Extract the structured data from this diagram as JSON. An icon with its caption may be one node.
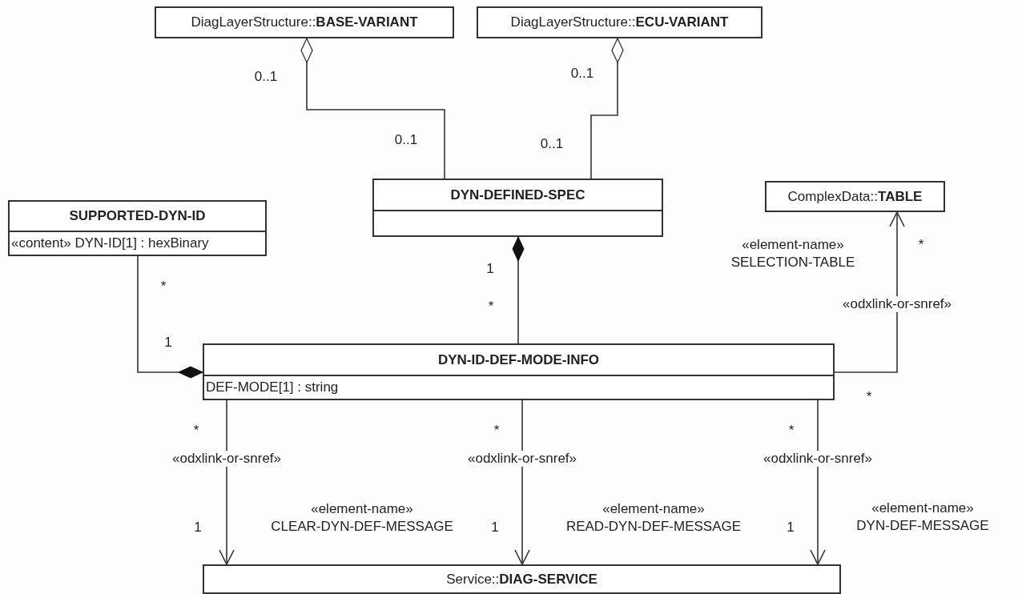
{
  "diagram": {
    "nodes": [
      {
        "text": [
          "DiagLayerStructure::**BASE-VARIANT**"
        ]
      },
      {
        "text": [
          "DiagLayerStructure::**ECU-VARIANT**"
        ]
      },
      {
        "text": [
          "DYN-DEFINED-SPEC"
        ]
      },
      {
        "text": [
          "SUPPORTED-DYN-ID",
          "«content» DYN-ID[1] : hexBinary"
        ]
      },
      {
        "text": [
          "ComplexData::**TABLE**"
        ]
      },
      {
        "text": [
          "DYN-ID-DEF-MODE-INFO",
          "DEF-MODE[1] : string"
        ]
      },
      {
        "text": [
          "Service::**DIAG-SERVICE**"
        ]
      }
    ],
    "edges": [
      {
        "from": 2,
        "to": 0,
        "arrow": "other"
      },
      {
        "from": 2,
        "to": 1,
        "arrow": "other"
      },
      {
        "from": 5,
        "to": 2,
        "arrow": "other"
      },
      {
        "from": 3,
        "to": 5,
        "arrow": "other"
      },
      {
        "from": 5,
        "to": 4,
        "arrow": "to",
        "label": "«odxlink-or-snref»"
      },
      {
        "from": 5,
        "to": 6,
        "arrow": "to",
        "label": "«odxlink-or-snref»"
      },
      {
        "from": 5,
        "to": 6,
        "arrow": "to",
        "label": "«odxlink-or-snref»"
      },
      {
        "from": 5,
        "to": 6,
        "arrow": "to",
        "label": "«odxlink-or-snref»"
      }
    ],
    "labels": [
      "0..1",
      "0..1",
      "0..1",
      "0..1",
      "1",
      "*",
      "«element-name» SELECTION-TABLE",
      "*",
      "*",
      "1",
      "*",
      "*",
      "*",
      "*",
      "«element-name» CLEAR-DYN-DEF-MESSAGE",
      "«element-name» READ-DYN-DEF-MESSAGE",
      "«element-name» DYN-DEF-MESSAGE",
      "1",
      "1",
      "1"
    ]
  }
}
